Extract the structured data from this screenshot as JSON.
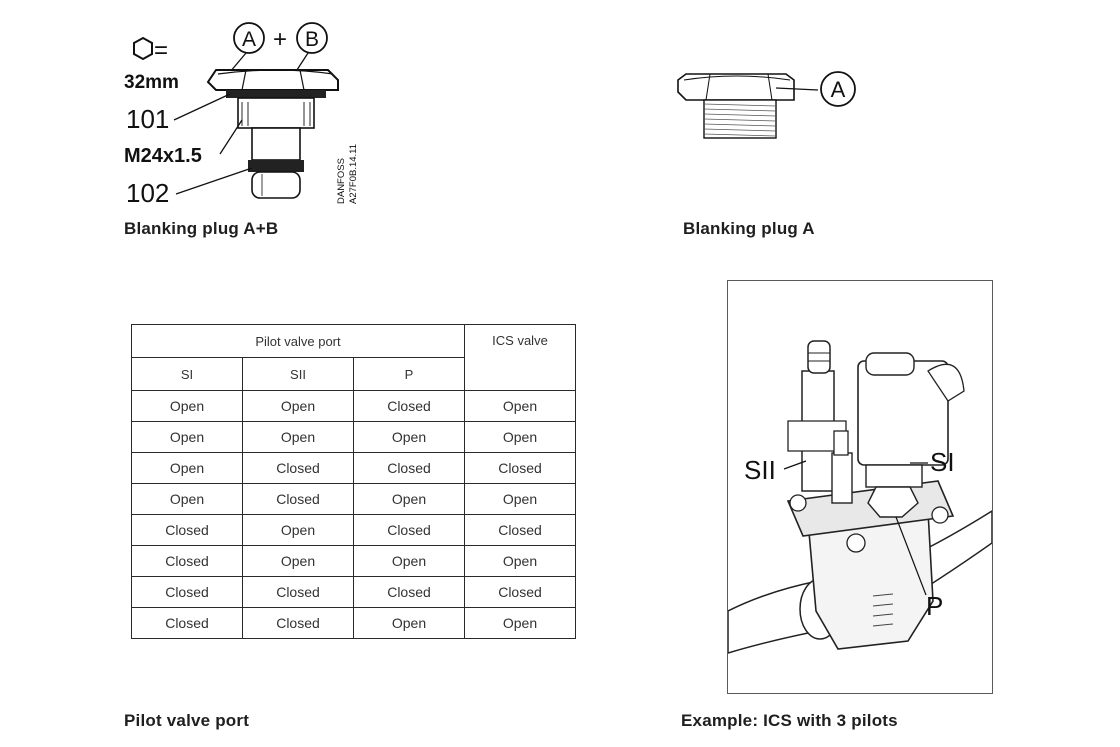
{
  "plug_ab": {
    "label_a": "A",
    "label_plus": "+",
    "label_b": "B",
    "hex_equals": "=",
    "size": "32mm",
    "part_101": "101",
    "thread": "M24x1.5",
    "part_102": "102",
    "brand_line1": "DANFOSS",
    "brand_line2": "A27F0B.14.11"
  },
  "plug_a": {
    "label_a": "A"
  },
  "captions": {
    "plug_ab": "Blanking plug A+B",
    "plug_a": "Blanking plug A",
    "table": "Pilot valve port",
    "ics": "Example: ICS with 3 pilots"
  },
  "table": {
    "group_header": "Pilot valve port",
    "result_header": "ICS valve",
    "columns": [
      "SI",
      "SII",
      "P"
    ],
    "rows": [
      [
        "Open",
        "Open",
        "Closed",
        "Open"
      ],
      [
        "Open",
        "Open",
        "Open",
        "Open"
      ],
      [
        "Open",
        "Closed",
        "Closed",
        "Closed"
      ],
      [
        "Open",
        "Closed",
        "Open",
        "Open"
      ],
      [
        "Closed",
        "Open",
        "Closed",
        "Closed"
      ],
      [
        "Closed",
        "Open",
        "Open",
        "Open"
      ],
      [
        "Closed",
        "Closed",
        "Closed",
        "Closed"
      ],
      [
        "Closed",
        "Closed",
        "Open",
        "Open"
      ]
    ]
  },
  "ics": {
    "label_sii": "SII",
    "label_si": "SI",
    "label_p": "P"
  }
}
